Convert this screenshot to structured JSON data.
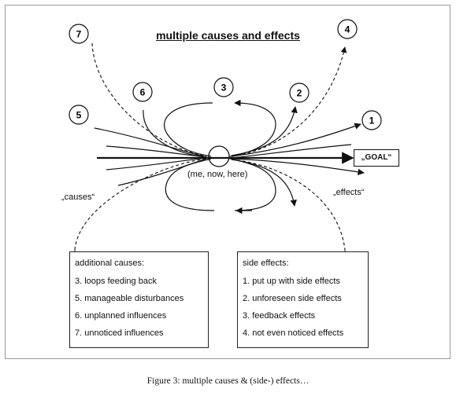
{
  "title": "multiple causes and effects",
  "goal_label": "„GOAL“",
  "center_label": "(me, now, here)",
  "causes_label": "„causes“",
  "effects_label": "„effects“",
  "numbers": {
    "n1": "1",
    "n2": "2",
    "n3": "3",
    "n4": "4",
    "n5": "5",
    "n6": "6",
    "n7": "7"
  },
  "additional_causes": {
    "heading": "additional causes:",
    "items": [
      "3. loops feeding back",
      "5. manageable disturbances",
      "6. unplanned influences",
      "7. unnoticed influences"
    ]
  },
  "side_effects": {
    "heading": "side effects:",
    "items": [
      "1. put up with side effects",
      "2. unforeseen side effects",
      "3. feedback effects",
      "4. not even noticed effects"
    ]
  },
  "caption": "Figure 3: multiple causes & (side-) effects…"
}
